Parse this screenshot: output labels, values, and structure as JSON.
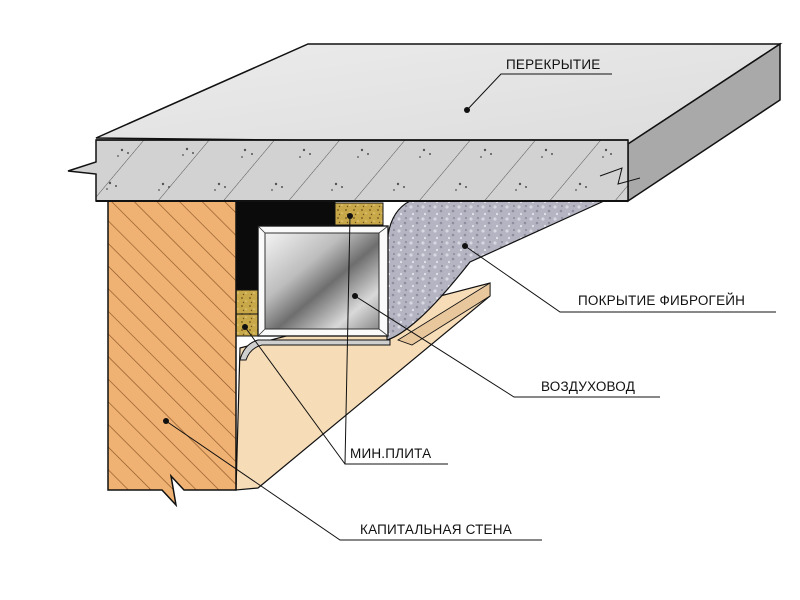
{
  "callouts": {
    "slab": "ПЕРЕКРЫТИЕ",
    "coating": "ПОКРЫТИЕ ФИБРОГЕЙН",
    "duct": "ВОЗДУХОВОД",
    "mineral_board": "МИН.ПЛИТА",
    "wall": "КАПИТАЛЬНАЯ СТЕНА"
  },
  "colors": {
    "slab_top": "#e6e6e6",
    "slab_side": "#a9a9a9",
    "slab_section": "#d2d2d2",
    "wall_fill": "#f0b272",
    "wall_hatch": "#8a5528",
    "gypsum": "#f6dcb7",
    "gypsum_shade": "#e8c79d",
    "coating": "#b4b4c2",
    "mineral_wool": "#c9a84a",
    "insulation_black": "#0b0b0b",
    "outline": "#111111"
  }
}
